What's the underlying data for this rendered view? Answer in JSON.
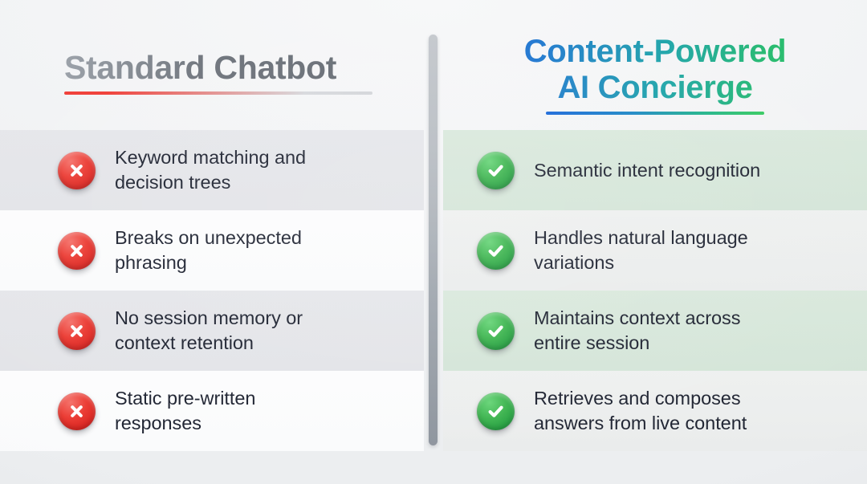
{
  "columns": {
    "left": {
      "title": "Standard Chatbot",
      "accent_color": "#ef3b34",
      "title_color": "#6b7179",
      "icon": "cross-circle-icon"
    },
    "right": {
      "title_line1": "Content-Powered",
      "title_line2": "AI Concierge",
      "accent_start": "#1565d8",
      "accent_end": "#2fc464",
      "icon": "check-circle-icon"
    }
  },
  "rows": [
    {
      "left_line1": "Keyword matching and",
      "left_line2": "decision trees",
      "right_line1": "Semantic intent recognition",
      "right_line2": "",
      "shaded": true
    },
    {
      "left_line1": "Breaks on unexpected",
      "left_line2": "phrasing",
      "right_line1": "Handles natural language",
      "right_line2": "variations",
      "shaded": false
    },
    {
      "left_line1": "No session memory or",
      "left_line2": "context retention",
      "right_line1": "Maintains context across",
      "right_line2": "entire session",
      "shaded": true
    },
    {
      "left_line1": "Static pre-written",
      "left_line2": "responses",
      "right_line1": "Retrieves and composes",
      "right_line2": "answers from live content",
      "shaded": false
    }
  ],
  "divider": {
    "name": "vertical-divider",
    "color": "#a3aab2"
  }
}
